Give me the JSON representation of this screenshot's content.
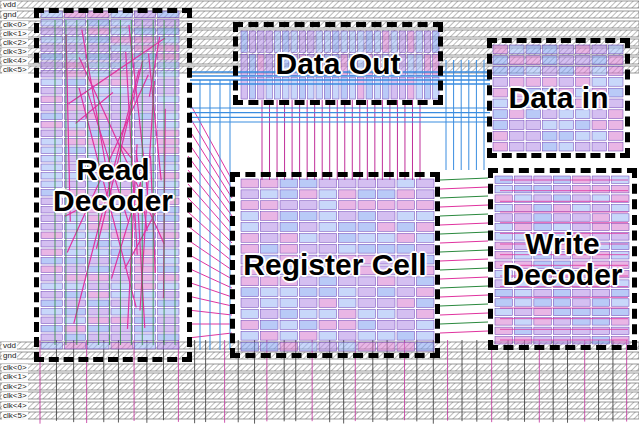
{
  "diagram": {
    "nodes": [
      {
        "text": [
          "Read Decoder"
        ]
      },
      {
        "text": [
          "Data Out"
        ]
      },
      {
        "text": [
          "Data in"
        ]
      },
      {
        "text": [
          "Register Cell"
        ]
      },
      {
        "text": [
          "Write Decoder"
        ]
      }
    ],
    "labels": [
      "vdd",
      "gnd",
      "clk<0>",
      "clk<1>",
      "clk<2>",
      "clk<3>",
      "clk<4>",
      "clk<5>",
      "vdd",
      "gnd",
      "clk<0>",
      "clk<1>",
      "clk<2>",
      "clk<3>",
      "clk<4>",
      "clk<5>"
    ]
  }
}
